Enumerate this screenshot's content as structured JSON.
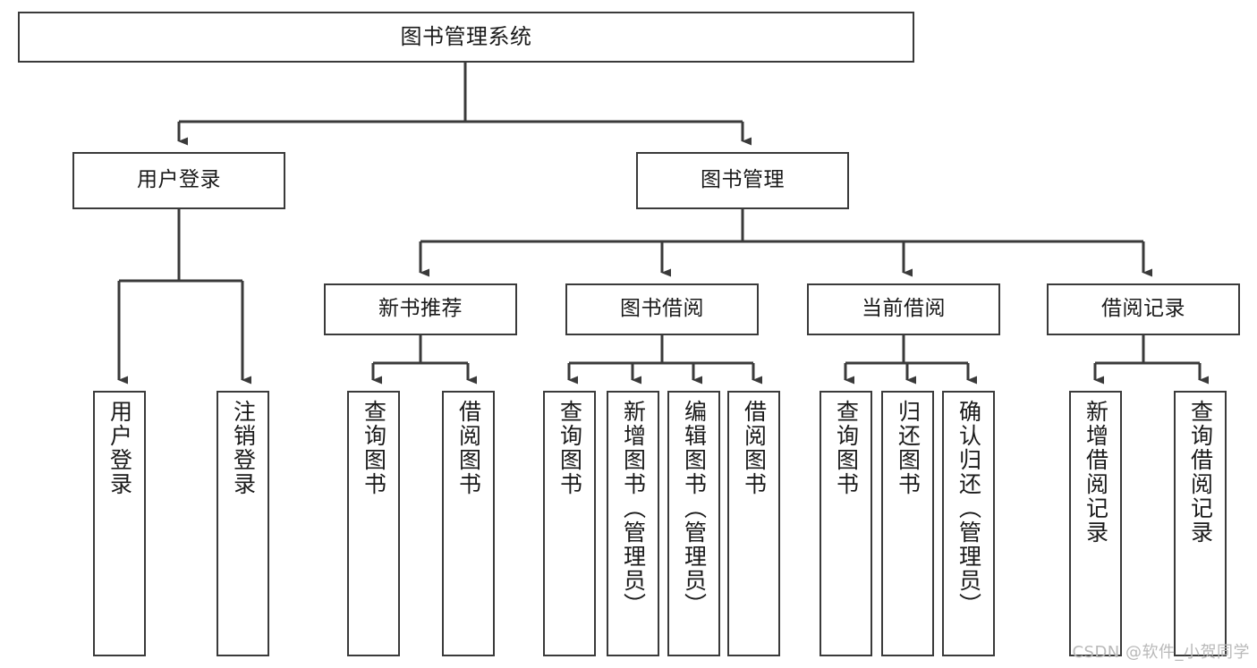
{
  "diagram": {
    "title": "图书管理系统",
    "watermark": "CSDN @软件_小贺同学",
    "colors": {
      "stroke": "#3a3a3a",
      "fill": "#ffffff",
      "text": "#1a1a1a",
      "watermark": "#b9b9b9"
    },
    "nodes": {
      "root": {
        "label": "图书管理系统"
      },
      "level2": [
        {
          "id": "user-login",
          "label": "用户登录"
        },
        {
          "id": "book-manage",
          "label": "图书管理"
        }
      ],
      "level3": [
        {
          "id": "new-book-recommend",
          "label": "新书推荐"
        },
        {
          "id": "book-borrow",
          "label": "图书借阅"
        },
        {
          "id": "current-borrow",
          "label": "当前借阅"
        },
        {
          "id": "borrow-record",
          "label": "借阅记录"
        }
      ],
      "leaves": {
        "user-login": [
          {
            "id": "leaf-user-login",
            "label": "用户登录"
          },
          {
            "id": "leaf-logout-login",
            "label": "注销登录"
          }
        ],
        "new-book-recommend": [
          {
            "id": "leaf-query-book-1",
            "label": "查询图书"
          },
          {
            "id": "leaf-borrow-book-1",
            "label": "借阅图书"
          }
        ],
        "book-borrow": [
          {
            "id": "leaf-query-book-2",
            "label": "查询图书"
          },
          {
            "id": "leaf-add-book",
            "label": "新增图书（管理员）"
          },
          {
            "id": "leaf-edit-book",
            "label": "编辑图书（管理员）"
          },
          {
            "id": "leaf-borrow-book-2",
            "label": "借阅图书"
          }
        ],
        "current-borrow": [
          {
            "id": "leaf-query-book-3",
            "label": "查询图书"
          },
          {
            "id": "leaf-return-book",
            "label": "归还图书"
          },
          {
            "id": "leaf-confirm-return",
            "label": "确认归还（管理员）"
          }
        ],
        "borrow-record": [
          {
            "id": "leaf-add-record",
            "label": "新增借阅记录"
          },
          {
            "id": "leaf-query-record",
            "label": "查询借阅记录"
          }
        ]
      }
    }
  }
}
